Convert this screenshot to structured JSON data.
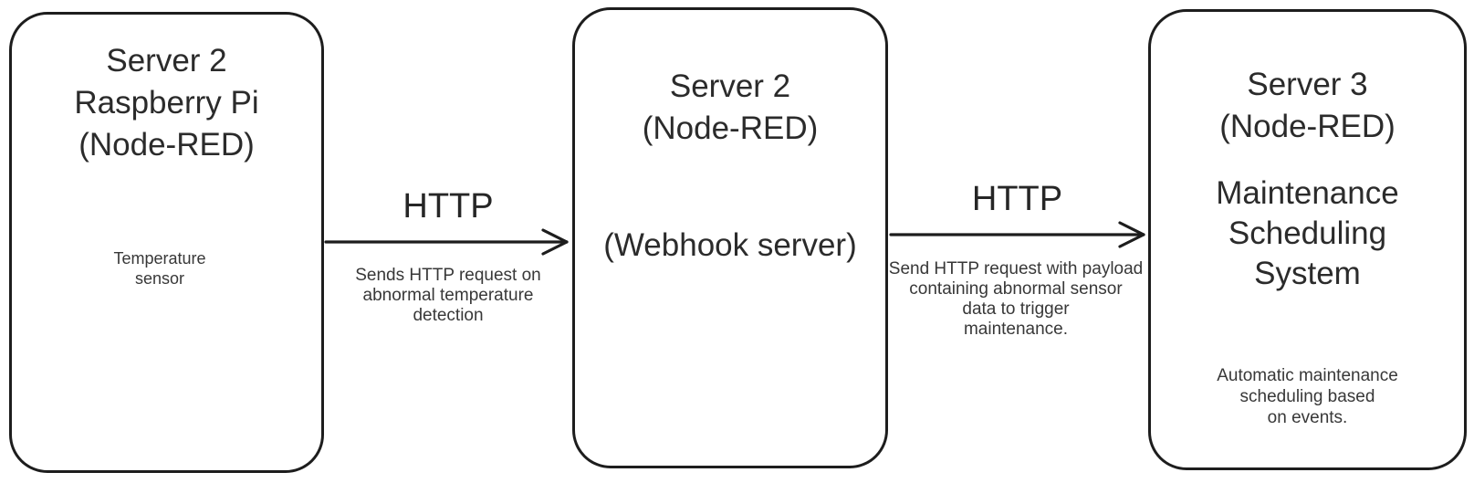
{
  "diagram": {
    "nodes": [
      {
        "id": "server2-raspberry-pi",
        "title": "Server 2\nRaspberry Pi\n(Node-RED)",
        "component": "Temperature\nsensor"
      },
      {
        "id": "server2-webhook",
        "title": "Server 2\n(Node-RED)",
        "body": "(Webhook server)"
      },
      {
        "id": "server3-maintenance",
        "title": "Server 3\n(Node-RED)",
        "subtitle": "Maintenance\nScheduling\nSystem",
        "note": "Automatic maintenance\nscheduling based\non events."
      }
    ],
    "edges": [
      {
        "protocol": "HTTP",
        "description": "Sends HTTP request on\nabnormal temperature\ndetection"
      },
      {
        "protocol": "HTTP",
        "description": "Send HTTP request with payload\ncontaining abnormal sensor\ndata to trigger\nmaintenance."
      }
    ],
    "colors": {
      "stroke": "#1d1d1d",
      "text": "#2b2b2b",
      "background": "#ffffff"
    }
  }
}
